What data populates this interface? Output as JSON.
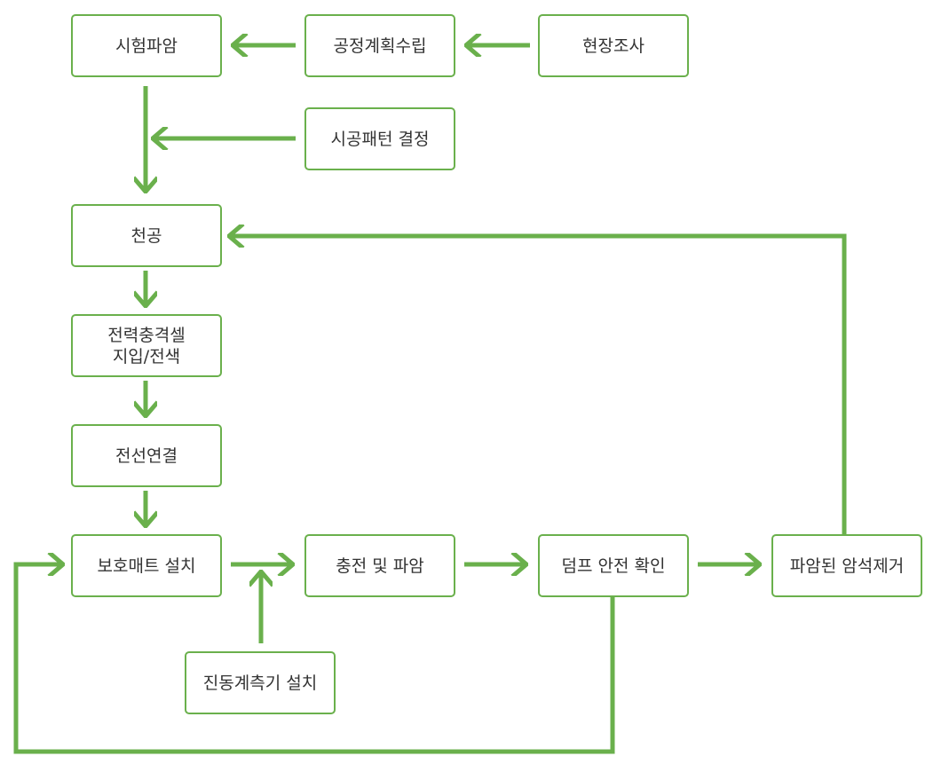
{
  "colors": {
    "accent": "#6ab04c",
    "text": "#333333",
    "border": "#6ab04c"
  },
  "nodes": {
    "site_survey": "현장조사",
    "process_plan": "공정계획수립",
    "test_blast": "시험파암",
    "pattern_decision": "시공패턴 결정",
    "drilling": "천공",
    "cell_insert": "전력충격셀\n지입/전색",
    "wiring": "전선연결",
    "protect_mat": "보호매트 설치",
    "vibration_meter": "진동계측기 설치",
    "charge_blast": "충전 및 파암",
    "dump_check": "덤프 안전 확인",
    "rock_removal": "파암된 암석제거"
  }
}
